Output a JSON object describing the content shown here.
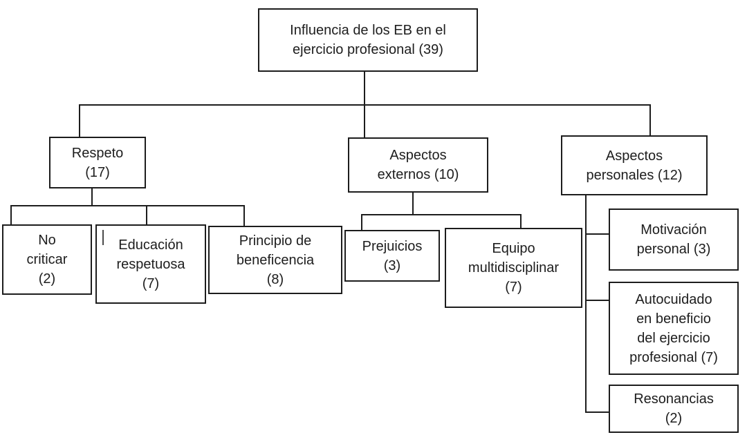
{
  "diagram": {
    "type": "concept-tree",
    "tree": {
      "root": {
        "label": "Influencia de los EB en el\nejercicio profesional (39)",
        "count": 39,
        "children": [
          {
            "label": "Respeto\n(17)",
            "count": 17,
            "children": [
              {
                "label": "No\ncriticar\n(2)",
                "count": 2,
                "children": []
              },
              {
                "label": "Educación\nrespetuosa\n(7)",
                "count": 7,
                "children": []
              },
              {
                "label": "Principio de\nbeneficencia\n(8)",
                "count": 8,
                "children": []
              }
            ]
          },
          {
            "label": "Aspectos\nexternos (10)",
            "count": 10,
            "children": [
              {
                "label": "Prejuicios\n(3)",
                "count": 3,
                "children": []
              },
              {
                "label": "Equipo\nmultidisciplinar\n(7)",
                "count": 7,
                "children": []
              }
            ]
          },
          {
            "label": "Aspectos\npersonales (12)",
            "count": 12,
            "children": [
              {
                "label": "Motivación\npersonal (3)",
                "count": 3,
                "children": []
              },
              {
                "label": "Autocuidado\nen beneficio\ndel ejercicio\nprofesional (7)",
                "count": 7,
                "children": []
              },
              {
                "label": "Resonancias\n(2)",
                "count": 2,
                "children": []
              }
            ]
          }
        ]
      }
    },
    "colors": {
      "line": "#1c1c1c",
      "box_border": "#1c1c1c",
      "box_background": "#ffffff",
      "text": "#1d1d1d",
      "page_background": "#ffffff"
    }
  }
}
